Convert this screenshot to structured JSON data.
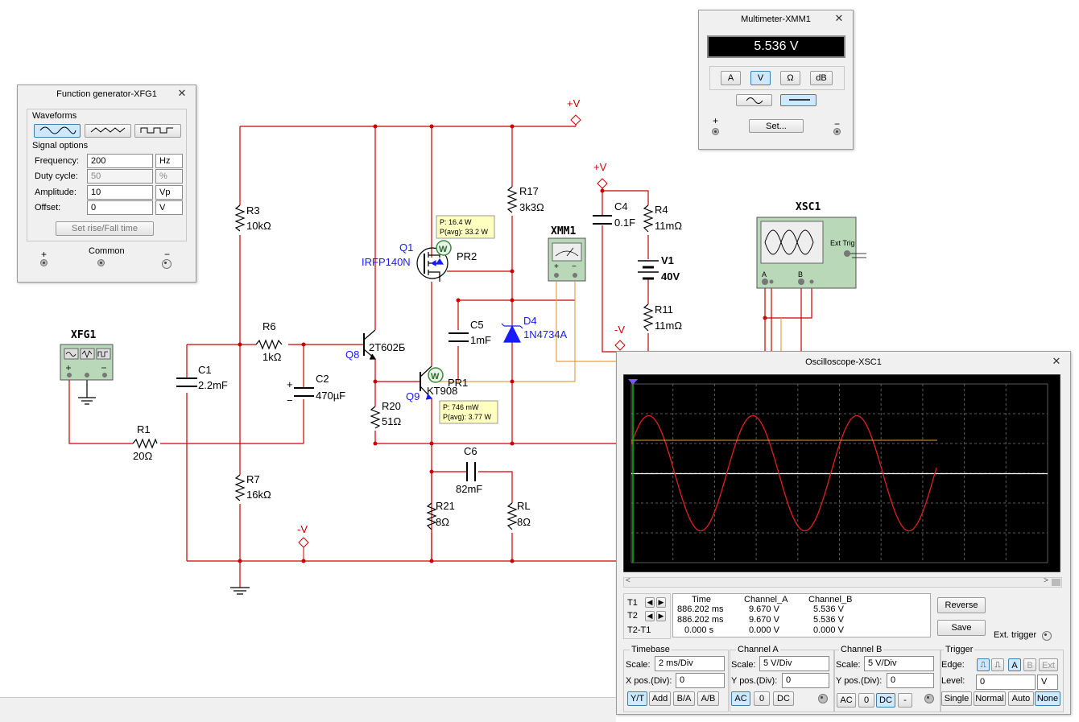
{
  "schematic": {
    "labels": {
      "r3": "R3",
      "r3v": "10kΩ",
      "r6": "R6",
      "r6v": "1kΩ",
      "r7": "R7",
      "r7v": "16kΩ",
      "r1": "R1",
      "r1v": "20Ω",
      "c1": "C1",
      "c1v": "2.2mF",
      "c2": "C2",
      "c2v": "470µF",
      "c2p": "+",
      "c2m": "−",
      "q8": "Q8",
      "q8v": "2T602Б",
      "q1": "Q1",
      "q1v": "IRFP140N",
      "pr2": "PR2",
      "q9": "Q9",
      "q9v": "KT908",
      "pr1": "PR1",
      "r20": "R20",
      "r20v": "51Ω",
      "r17": "R17",
      "r17v": "3k3Ω",
      "c5": "C5",
      "c5v": "1mF",
      "d4": "D4",
      "d4v": "1N4734A",
      "c6": "C6",
      "c6v": "82mF",
      "r21": "R21",
      "r21v": "8Ω",
      "rl": "RL",
      "rlv": "8Ω",
      "c4": "C4",
      "c4v": "0.1F",
      "r4": "R4",
      "r4v": "11mΩ",
      "v1": "V1",
      "v1v": "40V",
      "r11": "R11",
      "r11v": "11mΩ",
      "vplus1": "+V",
      "vplus2": "+V",
      "vminus1": "-V",
      "vminus2": "-V",
      "xfg1": "XFG1",
      "xmm1": "XMM1",
      "xsc1": "XSC1",
      "exttrig": "Ext Trig",
      "sc_a": "A",
      "sc_b": "B",
      "xmm_p": "+",
      "xmm_m": "−",
      "probe_w": "W"
    },
    "probe1": {
      "p": "P: 16.4 W",
      "pavg": "P(avg): 33.2 W"
    },
    "probe2": {
      "p": "P: 746 mW",
      "pavg": "P(avg): 3.77 W"
    }
  },
  "function_generator": {
    "title": "Function generator-XFG1",
    "waveforms_label": "Waveforms",
    "signal_options_label": "Signal options",
    "rows": [
      {
        "label": "Frequency:",
        "value": "200",
        "unit": "Hz"
      },
      {
        "label": "Duty cycle:",
        "value": "50",
        "unit": "%"
      },
      {
        "label": "Amplitude:",
        "value": "10",
        "unit": "Vp"
      },
      {
        "label": "Offset:",
        "value": "0",
        "unit": "V"
      }
    ],
    "rise_fall_button": "Set rise/Fall time",
    "plus": "+",
    "common": "Common",
    "minus": "−"
  },
  "multimeter": {
    "title": "Multimeter-XMM1",
    "reading": "5.536 V",
    "modes": [
      "A",
      "V",
      "Ω",
      "dB"
    ],
    "set_button": "Set...",
    "plus": "+",
    "minus": "−"
  },
  "oscilloscope": {
    "title": "Oscilloscope-XSC1",
    "readout": {
      "headers": [
        "Time",
        "Channel_A",
        "Channel_B"
      ],
      "rows": [
        {
          "label": "T1",
          "time": "886.202 ms",
          "a": "9.670 V",
          "b": "5.536 V"
        },
        {
          "label": "T2",
          "time": "886.202 ms",
          "a": "9.670 V",
          "b": "5.536 V"
        },
        {
          "label": "T2-T1",
          "time": "0.000 s",
          "a": "0.000 V",
          "b": "0.000 V"
        }
      ]
    },
    "reverse_button": "Reverse",
    "save_button": "Save",
    "ext_trigger_label": "Ext. trigger",
    "timebase": {
      "label": "Timebase",
      "scale_label": "Scale:",
      "scale": "2 ms/Div",
      "pos_label": "X pos.(Div):",
      "pos": "0",
      "modes": [
        "Y/T",
        "Add",
        "B/A",
        "A/B"
      ]
    },
    "channel_a": {
      "label": "Channel A",
      "scale_label": "Scale:",
      "scale": "5  V/Div",
      "pos_label": "Y pos.(Div):",
      "pos": "0",
      "coupling": [
        "AC",
        "0",
        "DC"
      ]
    },
    "channel_b": {
      "label": "Channel B",
      "scale_label": "Scale:",
      "scale": "5  V/Div",
      "pos_label": "Y pos.(Div):",
      "pos": "0",
      "coupling": [
        "AC",
        "0",
        "DC",
        "-"
      ]
    },
    "trigger": {
      "label": "Trigger",
      "edge_label": "Edge:",
      "edge_sources": [
        "A",
        "B",
        "Ext"
      ],
      "level_label": "Level:",
      "level": "0",
      "level_unit": "V",
      "modes": [
        "Single",
        "Normal",
        "Auto",
        "None"
      ]
    },
    "trace": {
      "channel_a_amplitude_v": 9.67,
      "frequency_hz": 200,
      "channel_b_v": 5.536,
      "colors": {
        "a": "#e02020",
        "b": "#ffffff",
        "grid": "#5a5a5a"
      }
    }
  }
}
